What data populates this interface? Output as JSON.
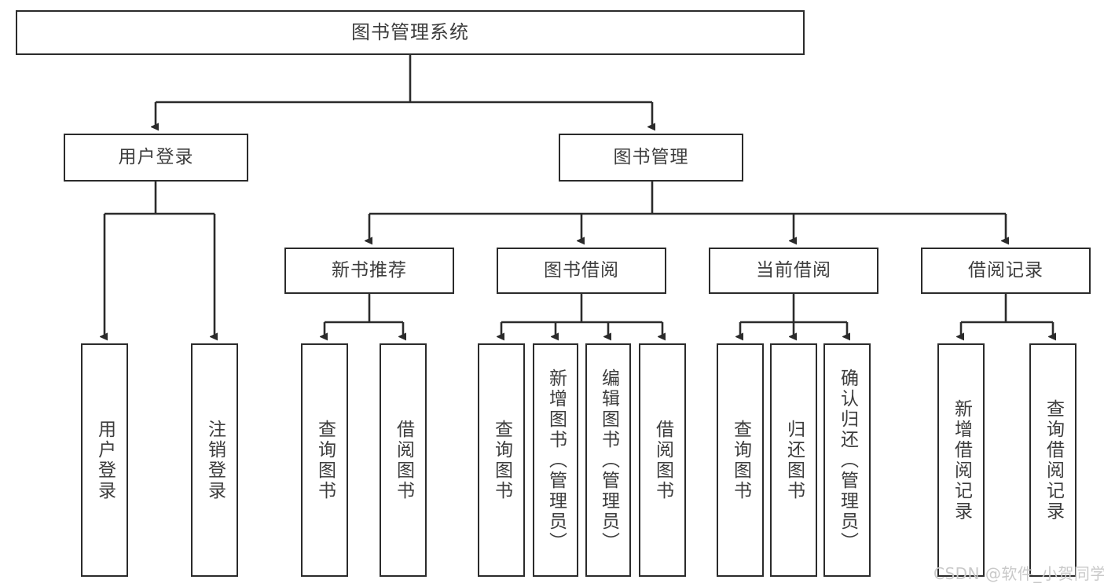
{
  "diagram": {
    "type": "tree-hierarchy-chart",
    "title": "图书管理系统",
    "orientation": "top-down",
    "colors": {
      "box_border": "#2b2b2b",
      "box_fill": "#ffffff",
      "text": "#3d3d3d",
      "edge": "#2b2b2b",
      "watermark": "#c9c9c9",
      "background": "#ffffff"
    }
  },
  "watermark": {
    "text": "CSDN @软件_小贺同学"
  },
  "nodes": {
    "root": {
      "label": "图书管理系统"
    },
    "level2": [
      {
        "label": "用户登录"
      },
      {
        "label": "图书管理"
      }
    ],
    "level3": [
      {
        "label": "新书推荐"
      },
      {
        "label": "图书借阅"
      },
      {
        "label": "当前借阅"
      },
      {
        "label": "借阅记录"
      }
    ],
    "leaves": {
      "user_login": [
        {
          "label": "用户登录"
        },
        {
          "label": "注销登录"
        }
      ],
      "new_book_recommend": [
        {
          "label": "查询图书"
        },
        {
          "label": "借阅图书"
        }
      ],
      "book_borrow": [
        {
          "label": "查询图书"
        },
        {
          "label": "新增图书（管理员）"
        },
        {
          "label": "编辑图书（管理员）"
        },
        {
          "label": "借阅图书"
        }
      ],
      "current_borrow": [
        {
          "label": "查询图书"
        },
        {
          "label": "归还图书"
        },
        {
          "label": "确认归还（管理员）"
        }
      ],
      "borrow_records": [
        {
          "label": "新增借阅记录"
        },
        {
          "label": "查询借阅记录"
        }
      ]
    }
  }
}
